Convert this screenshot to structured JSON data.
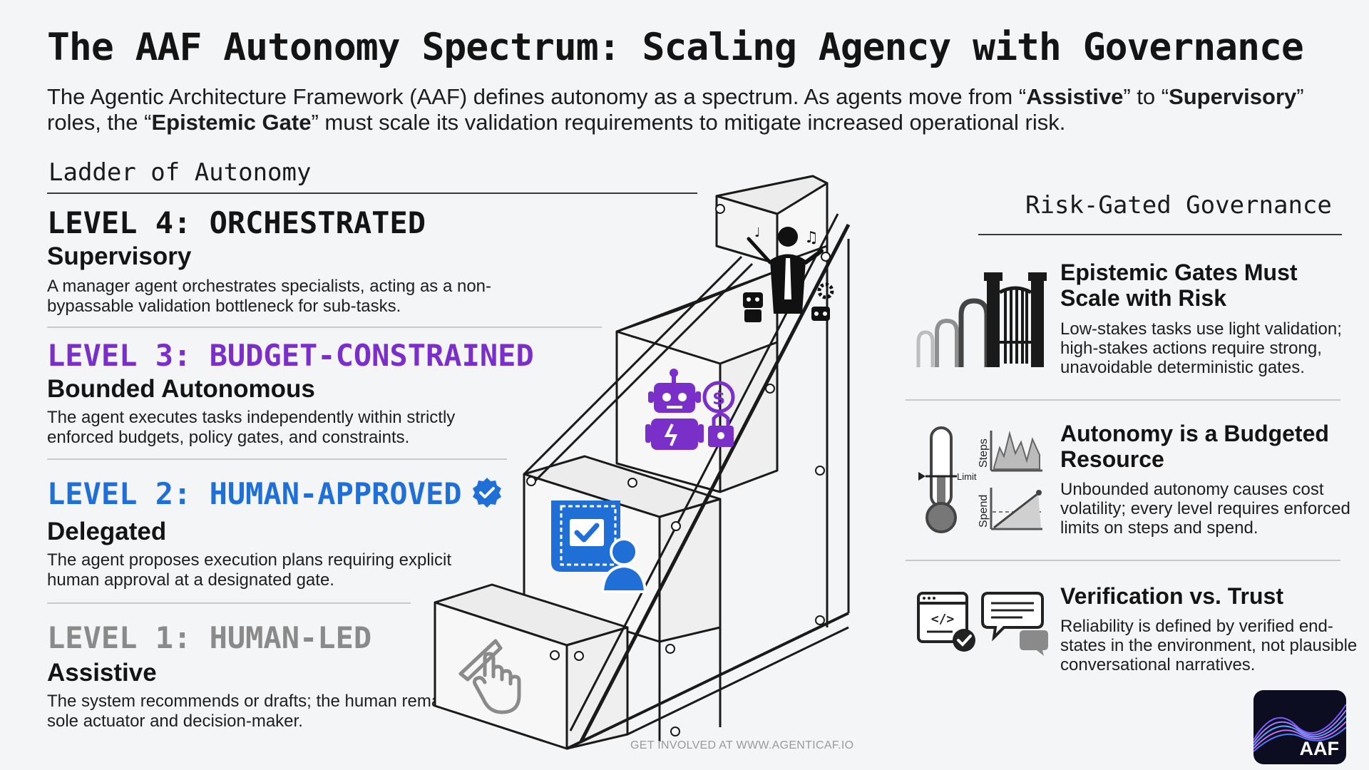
{
  "header": {
    "title": "The AAF Autonomy Spectrum: Scaling Agency with Governance",
    "intro_1": "The Agentic Architecture Framework (AAF) defines autonomy as a spectrum. As agents move from “",
    "intro_bold_1": "Assistive",
    "intro_2": "” to “",
    "intro_bold_2": "Supervisory",
    "intro_3": "” roles, the “",
    "intro_bold_3": "Epistemic Gate",
    "intro_4": "” must scale its validation requirements to mitigate increased operational risk."
  },
  "ladder": {
    "heading": "Ladder of Autonomy",
    "levels": [
      {
        "title": "LEVEL 4: ORCHESTRATED",
        "subtitle": "Supervisory",
        "description": "A manager agent orchestrates specialists, acting as a non-bypassable validation bottleneck for sub-tasks.",
        "color": "#141414",
        "icon": "orchestrator-conductor-icon"
      },
      {
        "title": "LEVEL 3: BUDGET-CONSTRAINED",
        "subtitle": "Bounded Autonomous",
        "description": "The agent executes tasks independently within strictly enforced budgets, policy gates, and constraints.",
        "color": "#7b2fc9",
        "icon": "robot-budget-lock-icon"
      },
      {
        "title": "LEVEL 2: HUMAN-APPROVED",
        "subtitle": "Delegated",
        "description": "The agent proposes execution plans requiring explicit human approval at a designated gate.",
        "color": "#1f6fd6",
        "icon": "blueprint-approval-icon"
      },
      {
        "title": "LEVEL 1: HUMAN-LED",
        "subtitle": "Assistive",
        "description": "The system recommends or drafts; the human remains the sole actuator and decision-maker.",
        "color": "#8a8a8a",
        "icon": "hand-pen-icon"
      }
    ]
  },
  "governance": {
    "heading": "Risk-Gated Governance",
    "items": [
      {
        "title": "Epistemic Gates Must Scale with Risk",
        "description": "Low-stakes tasks use light validation; high-stakes actions require strong, unavoidable deterministic gates.",
        "icon": "scaling-gates-icon"
      },
      {
        "title": "Autonomy is a Budgeted Resource",
        "description": "Unbounded autonomy causes cost volatility; every level requires enforced limits on steps and spend.",
        "icon": "thermometer-limit-chart-icon",
        "labels": {
          "limit": "Limit",
          "steps": "Steps",
          "spend": "Spend"
        }
      },
      {
        "title": "Verification vs. Trust",
        "description": "Reliability is defined by verified end-states in the environment, not plausible conversational narratives.",
        "icon": "verified-code-chat-icon"
      }
    ]
  },
  "footer": {
    "text": "GET INVOLVED AT WWW.AGENTICAF.IO",
    "logo_text": "AAF"
  }
}
